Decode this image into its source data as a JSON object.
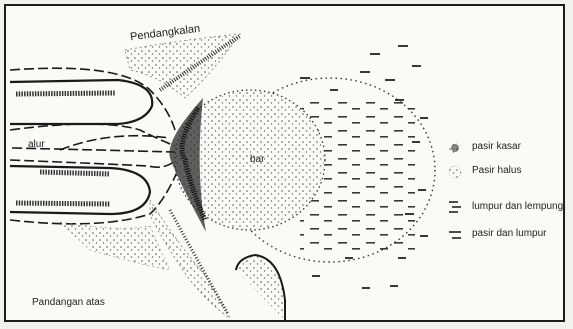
{
  "labels": {
    "pendangkalan": "Pendangkalan",
    "alur": "alur",
    "bar": "bar",
    "pandangan_atas": "Pandangan atas"
  },
  "legend": [
    {
      "icon": "coarse-sand-symbol",
      "label": "pasir kasar"
    },
    {
      "icon": "fine-sand-symbol",
      "label": "Pasir halus"
    },
    {
      "icon": "mud-clay-symbol",
      "label": "lumpur dan lempung"
    },
    {
      "icon": "sand-mud-symbol",
      "label": "pasir dan lumpur"
    }
  ]
}
